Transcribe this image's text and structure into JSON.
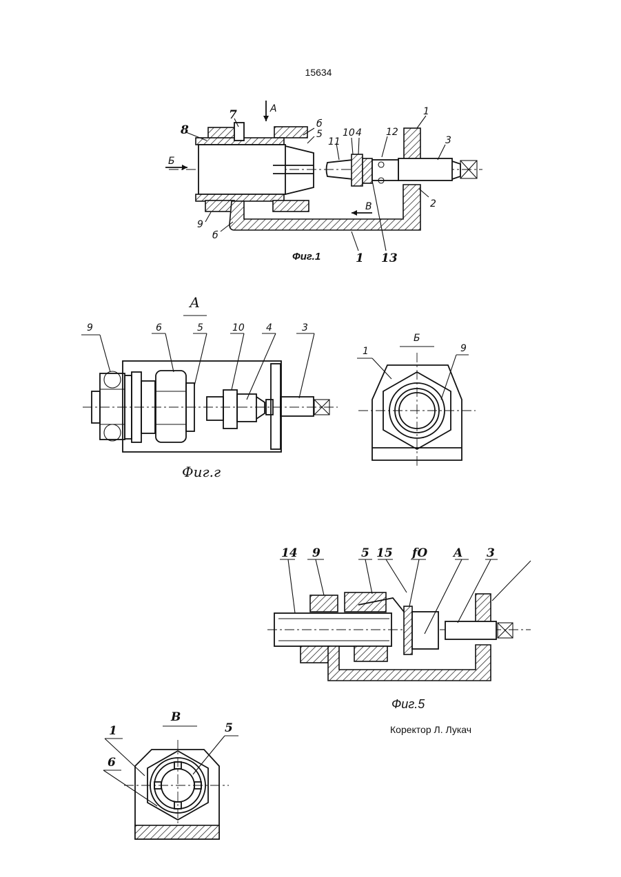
{
  "page_number": "15634",
  "fig1": {
    "caption": "Фиг.1",
    "labels": [
      "7",
      "А",
      "8",
      "б",
      "5",
      "Б",
      "10",
      "4",
      "12",
      "1",
      "11",
      "3",
      "2",
      "В",
      "9",
      "б",
      "1",
      "13"
    ]
  },
  "fig2": {
    "caption": "Фиг.г",
    "view_title": "А",
    "labels": [
      "9",
      "6",
      "5",
      "10",
      "4",
      "3"
    ]
  },
  "view_b": {
    "title": "Б",
    "labels": [
      "1",
      "9"
    ]
  },
  "fig5": {
    "caption": "Фиг.5",
    "labels": [
      "14",
      "9",
      "5",
      "15",
      "fO",
      "A",
      "3"
    ]
  },
  "view_v": {
    "title": "В",
    "labels": [
      "1",
      "5",
      "6"
    ]
  },
  "corrector": "Коректор  Л. Лукач"
}
